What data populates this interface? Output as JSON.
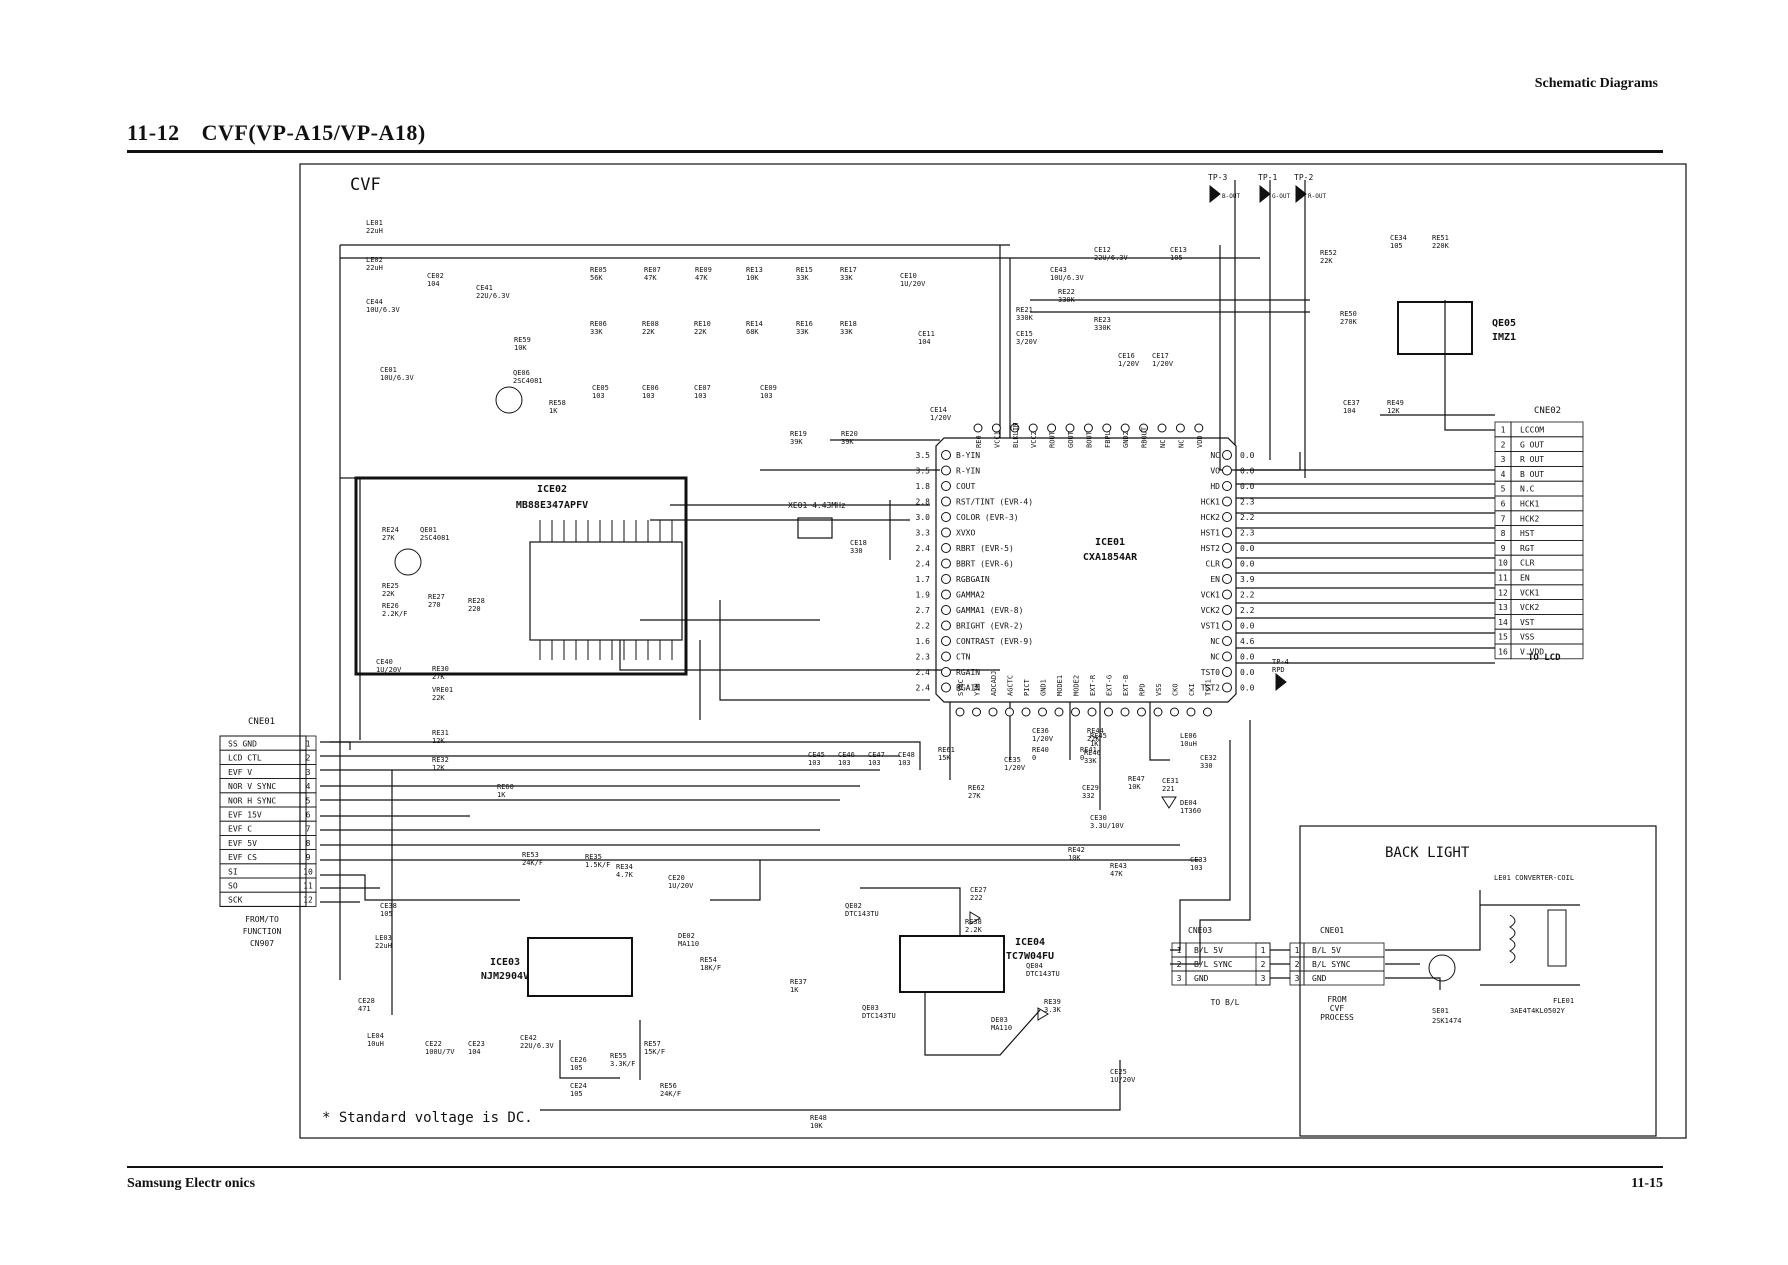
{
  "header": {
    "section": "Schematic Diagrams"
  },
  "title": {
    "number": "11-12",
    "text": "CVF(VP-A15/VP-A18)"
  },
  "footer": {
    "company": "Samsung Electr   onics",
    "page": "11-15"
  },
  "schematic": {
    "frame_label": "CVF",
    "note": "* Standard voltage is DC.",
    "ice01": {
      "ref": "ICE01",
      "part": "CXA1854AR"
    },
    "ice02": {
      "ref": "ICE02",
      "part": "MB88E347APFV"
    },
    "ice03": {
      "ref": "ICE03",
      "part": "NJM2904V"
    },
    "ice04": {
      "ref": "ICE04",
      "part": "TC7W04FU"
    },
    "qe05": {
      "ref": "QE05",
      "part": "IMZ1"
    },
    "xtal": "XE01  4.43MHz",
    "ice01_left_pins": [
      {
        "v": "3.5",
        "n": "B-YIN"
      },
      {
        "v": "3.5",
        "n": "R-YIN"
      },
      {
        "v": "1.8",
        "n": "COUT"
      },
      {
        "v": "2.8",
        "n": "RST/TINT  (EVR-4)"
      },
      {
        "v": "3.0",
        "n": "COLOR  (EVR-3)"
      },
      {
        "v": "3.3",
        "n": "XVXO"
      },
      {
        "v": "2.4",
        "n": "RBRT  (EVR-5)"
      },
      {
        "v": "2.4",
        "n": "BBRT  (EVR-6)"
      },
      {
        "v": "1.7",
        "n": "RGBGAIN"
      },
      {
        "v": "1.9",
        "n": "GAMMA2"
      },
      {
        "v": "2.7",
        "n": "GAMMA1  (EVR-8)"
      },
      {
        "v": "2.2",
        "n": "BRIGHT  (EVR-2)"
      },
      {
        "v": "1.6",
        "n": "CONTRAST  (EVR-9)"
      },
      {
        "v": "2.3",
        "n": "CTN"
      },
      {
        "v": "2.4",
        "n": "RGAIN"
      },
      {
        "v": "2.4",
        "n": "BGAIN"
      }
    ],
    "ice01_right_pins": [
      {
        "n": "NC",
        "v": "0.0"
      },
      {
        "n": "VO",
        "v": "0.0"
      },
      {
        "n": "HD",
        "v": "0.0"
      },
      {
        "n": "HCK1",
        "v": "2.3"
      },
      {
        "n": "HCK2",
        "v": "2.2"
      },
      {
        "n": "HST1",
        "v": "2.3"
      },
      {
        "n": "HST2",
        "v": "0.0"
      },
      {
        "n": "CLR",
        "v": "0.0"
      },
      {
        "n": "EN",
        "v": "3.9"
      },
      {
        "n": "VCK1",
        "v": "2.2"
      },
      {
        "n": "VCK2",
        "v": "2.2"
      },
      {
        "n": "VST1",
        "v": "0.0"
      },
      {
        "n": "NC",
        "v": "4.6"
      },
      {
        "n": "NC",
        "v": "0.0"
      },
      {
        "n": "TST0",
        "v": "0.0"
      },
      {
        "n": "TST2",
        "v": "0.0"
      }
    ],
    "ice01_top_pins": [
      "RE0",
      "VCC1",
      "BLKLIM",
      "VCC2",
      "ROUT",
      "GOUT",
      "BOUT",
      "FBPL",
      "GND2",
      "RBOUT",
      "NC",
      "NC",
      "VDD"
    ],
    "ice01_bottom_pins": [
      "SYNC",
      "YIN",
      "ADCADJ",
      "AGCTC",
      "PICT",
      "GND1",
      "MODE1",
      "MODE2",
      "EXT-R",
      "EXT-G",
      "EXT-B",
      "RPD",
      "VSS",
      "CKO",
      "CKI",
      "TST1"
    ],
    "cne01": {
      "ref": "CNE01",
      "pins": [
        "SS GND",
        "LCD CTL",
        "EVF V",
        "NOR V SYNC",
        "NOR H SYNC",
        "EVF 15V",
        "EVF C",
        "EVF 5V",
        "EVF CS",
        "SI",
        "SO",
        "SCK"
      ],
      "caption": [
        "FROM/TO",
        "FUNCTION",
        "CN907"
      ]
    },
    "cne02": {
      "ref": "CNE02",
      "pins": [
        "LCCOM",
        "G OUT",
        "R OUT",
        "B OUT",
        "N.C",
        "HCK1",
        "HCK2",
        "HST",
        "RGT",
        "CLR",
        "EN",
        "VCK1",
        "VCK2",
        "VST",
        "VSS",
        "V.VDD"
      ],
      "caption": "TO LCD"
    },
    "cne03": {
      "ref": "CNE03",
      "pins": [
        "B/L 5V",
        "B/L SYNC",
        "GND"
      ],
      "caption": "TO B/L"
    },
    "backlight": {
      "title": "BACK LIGHT",
      "cne01_ref": "CNE01",
      "pins": [
        "B/L 5V",
        "B/L SYNC",
        "GND"
      ],
      "caption": [
        "FROM",
        "CVF",
        "PROCESS"
      ],
      "coil": "LE01  CONVERTER-COIL",
      "fet": [
        "SE01",
        "2SK1474"
      ],
      "fl": [
        "FLE01",
        "3AE4T4KL0502Y"
      ]
    },
    "test_points": [
      "TP-3",
      "TP-1",
      "TP-2"
    ],
    "tp_labels": [
      "B-OUT",
      "G-OUT",
      "R-OUT"
    ],
    "tp4": [
      "TP-4",
      "RPD"
    ],
    "components": [
      {
        "t": "LE01 22uH"
      },
      {
        "t": "LE02 22uH"
      },
      {
        "t": "CE44 10U/6.3V"
      },
      {
        "t": "CE02 104"
      },
      {
        "t": "CE41 22U/6.3V"
      },
      {
        "t": "CE01 10U/6.3V"
      },
      {
        "t": "RE59 10K"
      },
      {
        "t": "QE06 2SC4081"
      },
      {
        "t": "RE58 1K"
      },
      {
        "t": "RE05 56K"
      },
      {
        "t": "RE07 47K"
      },
      {
        "t": "RE09 47K"
      },
      {
        "t": "RE13 10K"
      },
      {
        "t": "RE15 33K"
      },
      {
        "t": "RE17 33K"
      },
      {
        "t": "CE10 1U/20V"
      },
      {
        "t": "RE06 33K"
      },
      {
        "t": "RE08 22K"
      },
      {
        "t": "RE10 22K"
      },
      {
        "t": "RE14 68K"
      },
      {
        "t": "RE16 33K"
      },
      {
        "t": "RE18 33K"
      },
      {
        "t": "CE11 104"
      },
      {
        "t": "CE05 103"
      },
      {
        "t": "CE06 103"
      },
      {
        "t": "CE07 103"
      },
      {
        "t": "CE09 103"
      },
      {
        "t": "RE19 39K"
      },
      {
        "t": "RE20 39K"
      },
      {
        "t": "CE14 1/20V"
      },
      {
        "t": "CE43 10U/6.3V"
      },
      {
        "t": "CE12 22U/6.3V"
      },
      {
        "t": "CE13 105"
      },
      {
        "t": "RE22 330K"
      },
      {
        "t": "RE21 330K"
      },
      {
        "t": "RE23 330K"
      },
      {
        "t": "CE15 3/20V"
      },
      {
        "t": "CE16 1/20V"
      },
      {
        "t": "CE17 1/20V"
      },
      {
        "t": "CE34 105"
      },
      {
        "t": "RE51 220K"
      },
      {
        "t": "RE52 22K"
      },
      {
        "t": "RE50 270K"
      },
      {
        "t": "CE37 104"
      },
      {
        "t": "RE49 12K"
      },
      {
        "t": "RE24 27K"
      },
      {
        "t": "QE01 2SC4081"
      },
      {
        "t": "RE25 22K"
      },
      {
        "t": "RE26 2.2K/F"
      },
      {
        "t": "RE27 270"
      },
      {
        "t": "RE28 220"
      },
      {
        "t": "CE40 1U/20V"
      },
      {
        "t": "RE30 27K"
      },
      {
        "t": "VRE01 22K"
      },
      {
        "t": "RE31 12K"
      },
      {
        "t": "RE32 12K"
      },
      {
        "t": "RE60 1K"
      },
      {
        "t": "CE18 330"
      },
      {
        "t": "CE45 103"
      },
      {
        "t": "CE46 103"
      },
      {
        "t": "CE47 103"
      },
      {
        "t": "CE48 103"
      },
      {
        "t": "RE61 15K"
      },
      {
        "t": "CE35 1/20V"
      },
      {
        "t": "RE62 27K"
      },
      {
        "t": "CE36 1/20V"
      },
      {
        "t": "RE40 0"
      },
      {
        "t": "RE44 22K"
      },
      {
        "t": "RE41 0"
      },
      {
        "t": "RE45 1K"
      },
      {
        "t": "RE46 33K"
      },
      {
        "t": "LE06 10uH"
      },
      {
        "t": "CE32 330"
      },
      {
        "t": "CE31 221"
      },
      {
        "t": "RE47 10K"
      },
      {
        "t": "CE29 332"
      },
      {
        "t": "CE30 3.3U/10V"
      },
      {
        "t": "DE04 1T360"
      },
      {
        "t": "RE42 10K"
      },
      {
        "t": "RE43 47K"
      },
      {
        "t": "CE33 103"
      },
      {
        "t": "RE53 24K/F"
      },
      {
        "t": "RE35 1.5K/F"
      },
      {
        "t": "RE34 4.7K"
      },
      {
        "t": "CE38 105"
      },
      {
        "t": "LE03 22uH"
      },
      {
        "t": "CE20 1U/20V"
      },
      {
        "t": "QE02 DTC143TU"
      },
      {
        "t": "CE27 222"
      },
      {
        "t": "RE38 2.2K"
      },
      {
        "t": "DE02 MA110"
      },
      {
        "t": "RE54 18K/F"
      },
      {
        "t": "RE37 1K"
      },
      {
        "t": "QE03 DTC143TU"
      },
      {
        "t": "QE04 DTC143TU"
      },
      {
        "t": "RE39 3.3K"
      },
      {
        "t": "DE03 MA110"
      },
      {
        "t": "CE28 471"
      },
      {
        "t": "LE04 10uH"
      },
      {
        "t": "CE22 100U/7V"
      },
      {
        "t": "CE23 104"
      },
      {
        "t": "CE42 22U/6.3V"
      },
      {
        "t": "CE26 105"
      },
      {
        "t": "RE55 3.3K/F"
      },
      {
        "t": "RE57 15K/F"
      },
      {
        "t": "CE24 105"
      },
      {
        "t": "RE56 24K/F"
      },
      {
        "t": "CE25 1U/20V"
      },
      {
        "t": "RE48 10K"
      }
    ]
  }
}
